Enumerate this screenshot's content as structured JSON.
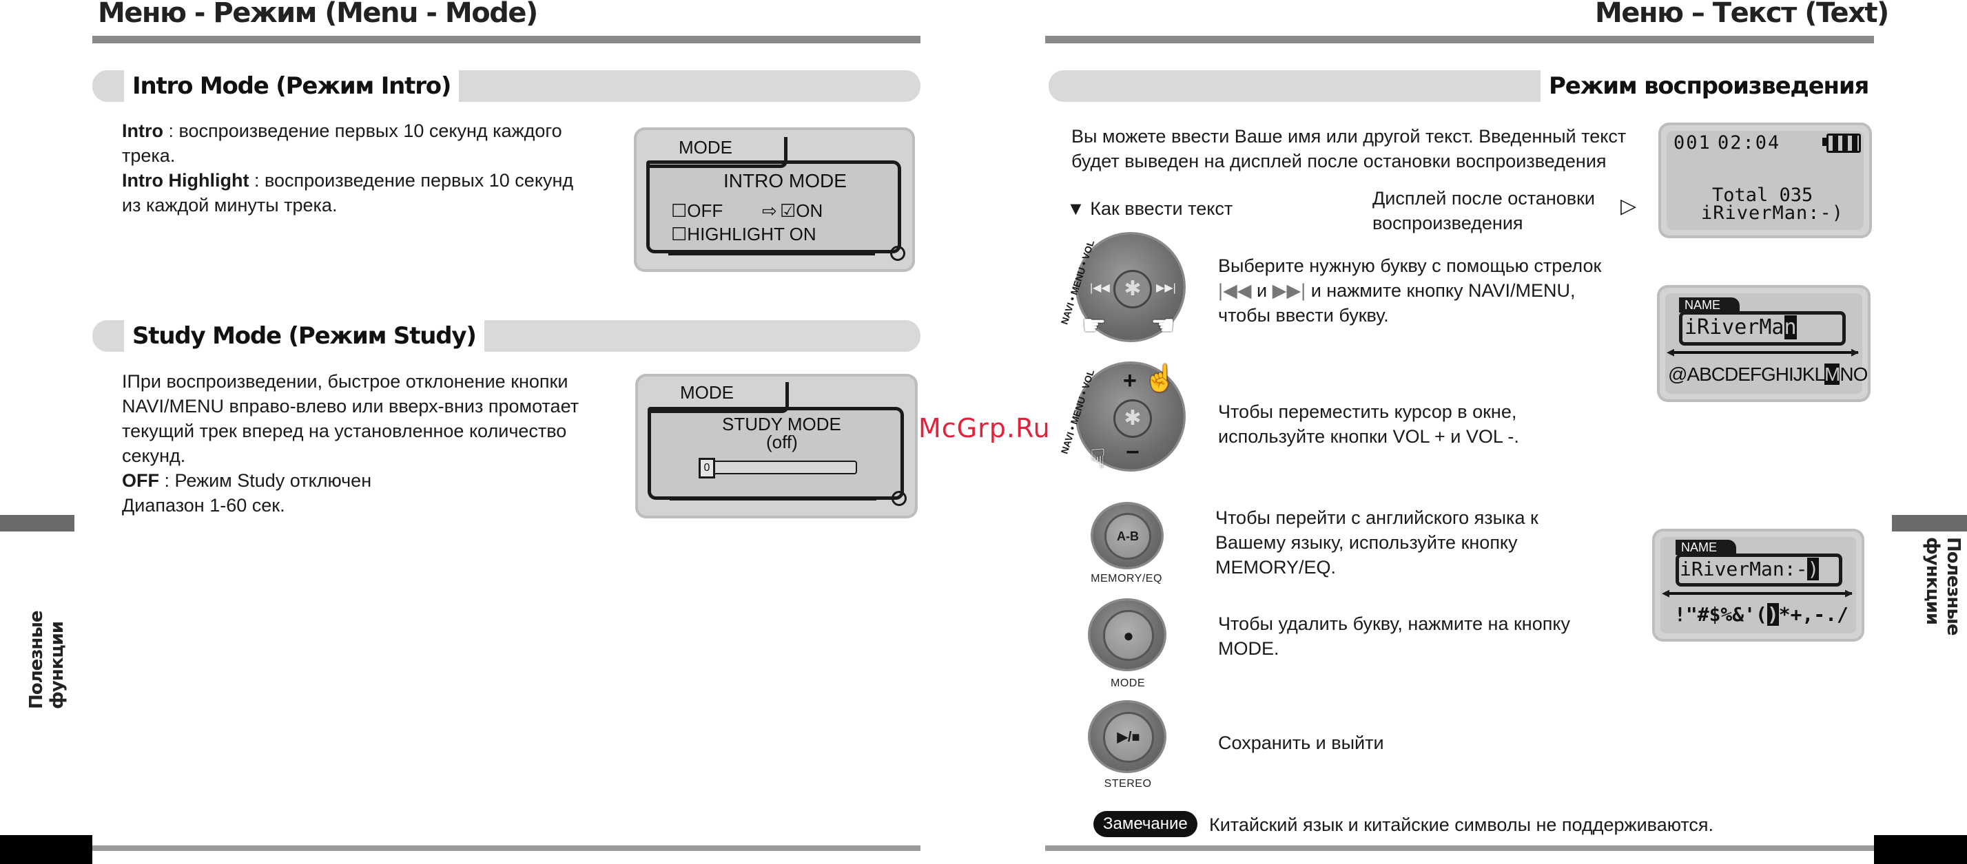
{
  "left_page": {
    "header": "Меню - Режим (Menu - Mode)",
    "intro": {
      "heading": "Intro Mode (Режим Intro)",
      "line1_bold": "Intro",
      "line1_rest": " : воспроизведение первых 10 секунд каждого",
      "line2": "трека.",
      "line3_bold": "Intro Highlight",
      "line3_rest": " : воспроизведение первых 10 секунд",
      "line4": "из каждой минуты трека.",
      "lcd": {
        "tab": "MODE",
        "title": "INTRO MODE",
        "opt_off": "☐OFF",
        "arrow": "⇨",
        "opt_on": "☑ON",
        "opt_highlight": "☐HIGHLIGHT ON"
      }
    },
    "study": {
      "heading": "Study Mode (Режим Study)",
      "line1": "IПри воспроизведении, быстрое отклонение кнопки",
      "line2": "NAVI/MENU вправо-влево или вверх-вниз промотает",
      "line3": "текущий трек вперед на установленное количество",
      "line4": "секунд.",
      "line5_bold": "OFF",
      "line5_rest": " : Режим Study отключен",
      "line6": "Диапазон 1-60 сек.",
      "lcd": {
        "tab": "MODE",
        "title": "STUDY MODE",
        "subtitle": "(off)",
        "slider_value": "0",
        "slider_level": 0
      }
    },
    "side_label": "Полезные функции"
  },
  "watermark": "McGrp.Ru",
  "right_page": {
    "header": "Меню – Текст (Text)",
    "section_heading": "Режим воспроизведения",
    "intro_line1": "Вы можете ввести Ваше имя или другой текст. Введенный текст",
    "intro_line2": "будет выведен на дисплей после остановки воспроизведения",
    "how_to": "▼ Как ввести текст",
    "display_after_line1": "Дисплей после остановки",
    "display_after_line2": "воспроизведения",
    "pointer_glyph": "▷",
    "lcd_status": {
      "track": "001",
      "time": "02:04",
      "total": "Total 035",
      "name": "iRiverMan:-)"
    },
    "step1": {
      "line1": "Выберите нужную букву с помощью стрелок",
      "line2_a": "|◀◀",
      "line2_b": " и ",
      "line2_c": "▶▶|",
      "line2_d": " и нажмите кнопку NAVI/MENU,",
      "line3": "чтобы ввести букву.",
      "dial_label": "NAVI • MENU • VOL"
    },
    "lcd_name1": {
      "tab": "NAME",
      "text": "iRiverMa",
      "cursor": "n",
      "chars_before": "@ABCDEFGHIJKL",
      "chars_sel": "M",
      "chars_after": "NO"
    },
    "step2": {
      "line1": "Чтобы переместить курсор в окне,",
      "line2": "используйте кнопки VOL + и VOL -.",
      "dial_label": "NAVI • MENU • VOL",
      "plus": "+",
      "minus": "−"
    },
    "step3": {
      "line1": "Чтобы перейти с английского языка к",
      "line2": "Вашему языку, используйте кнопку",
      "line3": "MEMORY/EQ.",
      "btn_face": "A-B",
      "btn_caption": "MEMORY/EQ"
    },
    "lcd_name2": {
      "tab": "NAME",
      "text": "iRiverMan:-",
      "cursor": ")",
      "chars_before": "!\"#$%&'(",
      "chars_sel": ")",
      "chars_after": "*+,-./"
    },
    "step4": {
      "line1": "Чтобы удалить букву, нажмите на кнопку",
      "line2": "MODE.",
      "btn_face": "●",
      "btn_caption": "MODE"
    },
    "step5": {
      "line1": "Сохранить и выйти",
      "btn_face": "▶/■",
      "btn_caption": "STEREO"
    },
    "note": {
      "badge": "Замечание",
      "text": "Китайский язык и китайские символы не поддерживаются."
    },
    "side_label": "Полезные функции"
  }
}
